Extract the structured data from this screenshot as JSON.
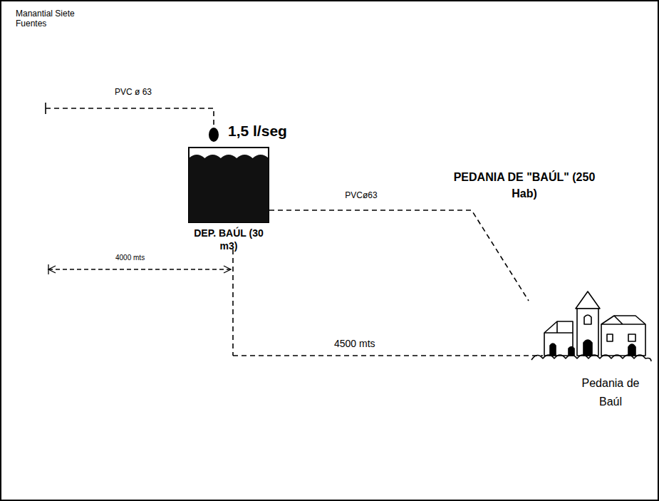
{
  "diagram": {
    "nodes": [
      {
        "text": [
          "Manantial Siete Fuentes"
        ]
      },
      {
        "text": [
          "DEP. BAÚL (30 m3)"
        ]
      },
      {
        "text": [
          "PEDANIA DE \"BAÚL\" (250 Hab)",
          "Pedania de Baúl"
        ]
      }
    ],
    "edges": [
      {
        "from": 0,
        "to": 1,
        "arrow": "none",
        "label": "PVC ø 63"
      },
      {
        "from": 1,
        "to": 2,
        "arrow": "none",
        "label": "PVCø63"
      }
    ],
    "labels": [
      "1,5 l/seg",
      "4000 mts",
      "4500 mts"
    ]
  }
}
